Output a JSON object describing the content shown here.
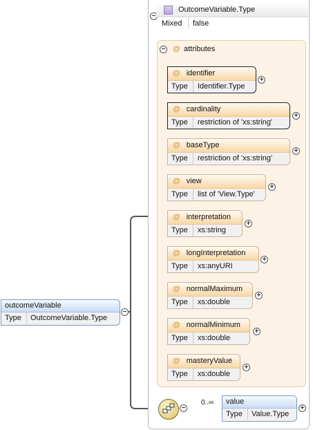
{
  "root_element": {
    "name": "outcomeVariable",
    "type_label": "Type",
    "type_value": "OutcomeVariable.Type",
    "toggle": "−"
  },
  "complex_type": {
    "title": "OutcomeVariable.Type",
    "mixed_label": "Mixed",
    "mixed_value": "false",
    "toggle": "−"
  },
  "attributes_group": {
    "label": "attributes",
    "at_symbol": "@",
    "toggle": "−",
    "items": [
      {
        "name": "identifier",
        "type_label": "Type",
        "type": "Identifier.Type",
        "toggle": "+"
      },
      {
        "name": "cardinality",
        "type_label": "Type",
        "type": "restriction of 'xs:string'",
        "toggle": "+"
      },
      {
        "name": "baseType",
        "type_label": "Type",
        "type": "restriction of 'xs:string'",
        "toggle": "+"
      },
      {
        "name": "view",
        "type_label": "Type",
        "type": "list of 'View.Type'",
        "toggle": "+"
      },
      {
        "name": "interpretation",
        "type_label": "Type",
        "type": "xs:string",
        "toggle": "+"
      },
      {
        "name": "longInterpretation",
        "type_label": "Type",
        "type": "xs:anyURI",
        "toggle": "+"
      },
      {
        "name": "normalMaximum",
        "type_label": "Type",
        "type": "xs:double",
        "toggle": "+"
      },
      {
        "name": "normalMinimum",
        "type_label": "Type",
        "type": "xs:double",
        "toggle": "+"
      },
      {
        "name": "masteryValue",
        "type_label": "Type",
        "type": "xs:double",
        "toggle": "+"
      }
    ]
  },
  "sequence": {
    "icon": "sequence-icon",
    "cardinality": "0..∞",
    "toggle": "−"
  },
  "value_element": {
    "name": "value",
    "type_label": "Type",
    "type_value": "Value.Type",
    "toggle": "+"
  },
  "colors": {
    "attribute_header": "#f9d7a5",
    "element_header": "#c8dbf5",
    "group_background": "#fcf3e6",
    "connector": "#555555"
  }
}
